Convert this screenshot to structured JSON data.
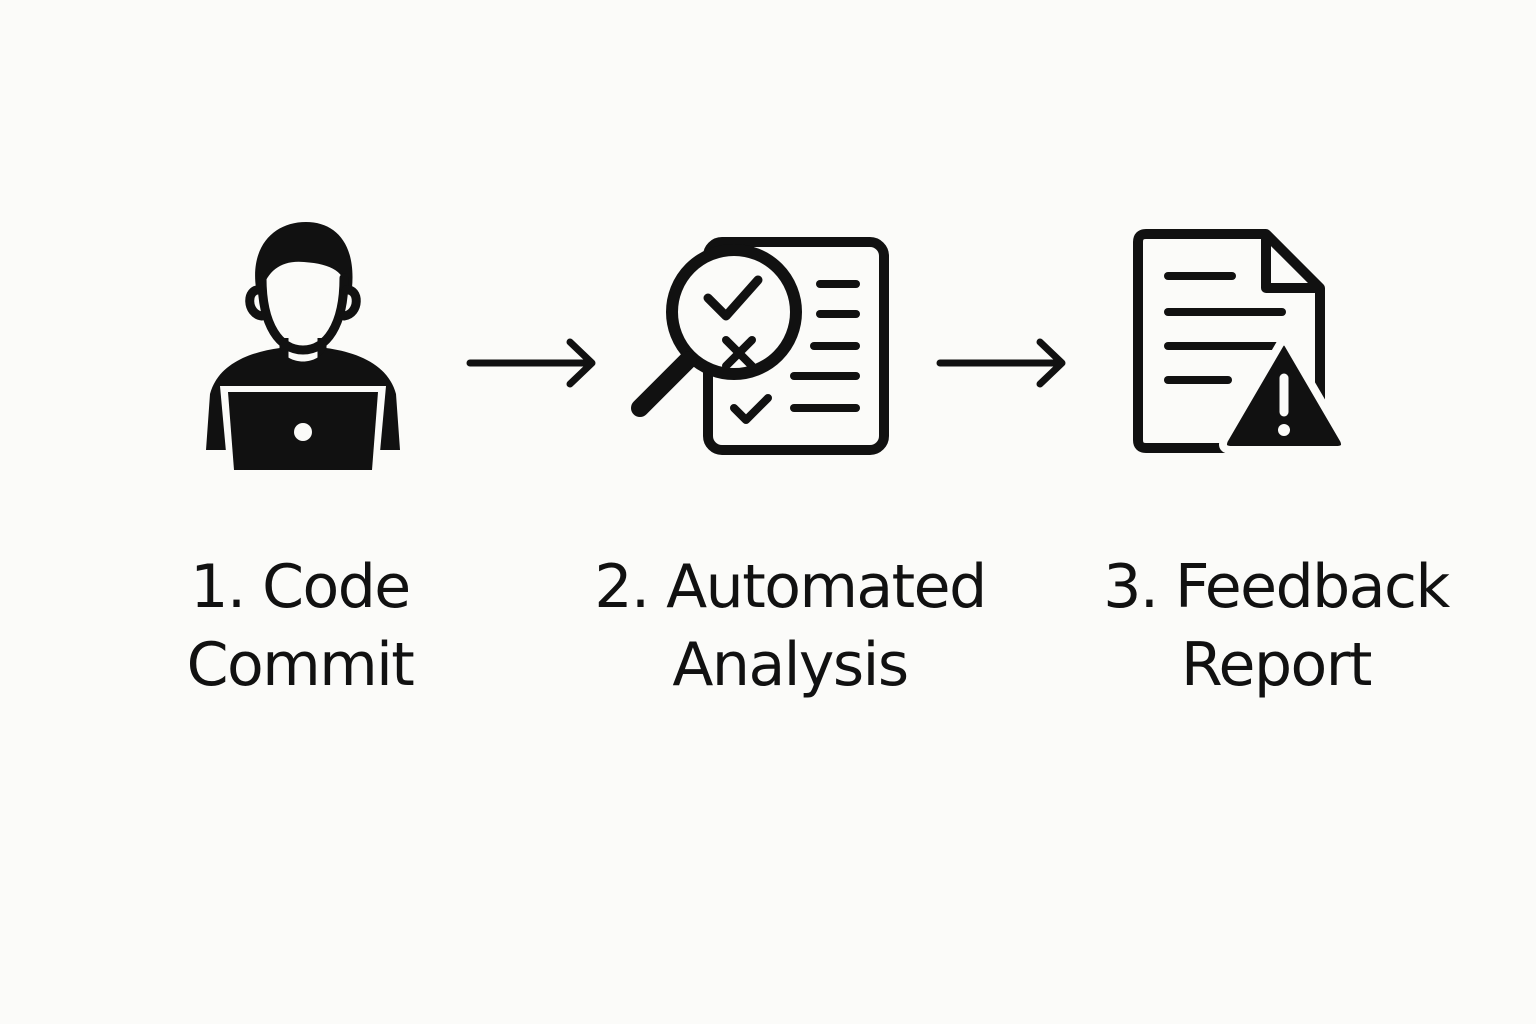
{
  "diagram": {
    "steps": [
      {
        "icon": "developer-laptop-icon",
        "label_line1": "1. Code",
        "label_line2": "Commit"
      },
      {
        "icon": "magnifier-checklist-icon",
        "label_line1": "2. Automated",
        "label_line2": "Analysis"
      },
      {
        "icon": "document-warning-icon",
        "label_line1": "3. Feedback",
        "label_line2": "Report"
      }
    ],
    "connectors": [
      {
        "from": "1",
        "to": "2",
        "icon": "arrow-right-icon"
      },
      {
        "from": "2",
        "to": "3",
        "icon": "arrow-right-icon"
      }
    ],
    "colors": {
      "background": "#fbfbf9",
      "ink": "#111111"
    }
  }
}
